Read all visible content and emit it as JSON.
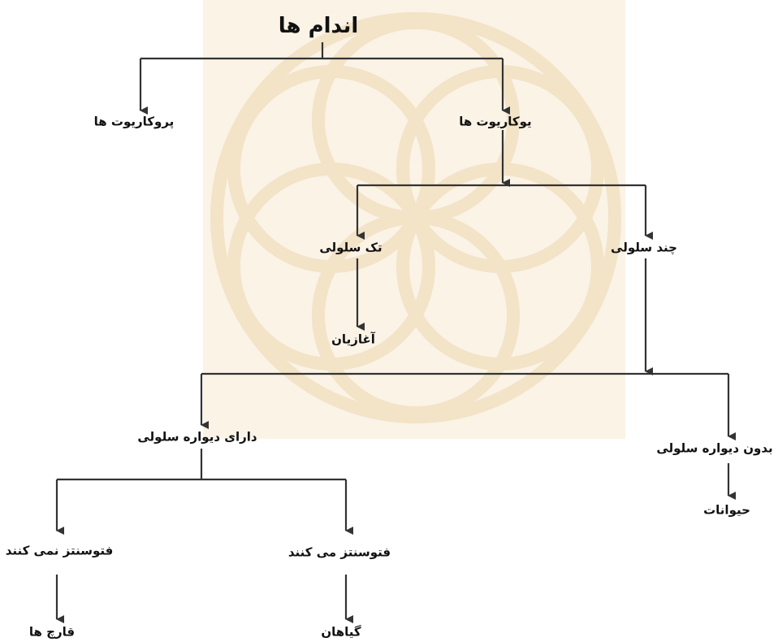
{
  "diagram": {
    "root": "اندام ها",
    "prokaryotes": "پروکاریوت ها",
    "eukaryotes": "یوکاریوت ها",
    "unicellular": "تک سلولی",
    "multicellular": "چند سلولی",
    "protists": "آغازیان",
    "with_cell_wall": "دارای دیواره سلولی",
    "without_cell_wall": "بدون دیواره سلولی",
    "animals": "حیوانات",
    "no_photosynthesis": "فتوسنتز نمی کنند",
    "photosynthesis": "فتوسنتز می کنند",
    "fungi": "قارچ ها",
    "plants": "گیاهان"
  },
  "colors": {
    "line": "#333333",
    "text": "#111111",
    "watermark": "#f3e3c7",
    "watermark_panel": "#faf3e6"
  }
}
